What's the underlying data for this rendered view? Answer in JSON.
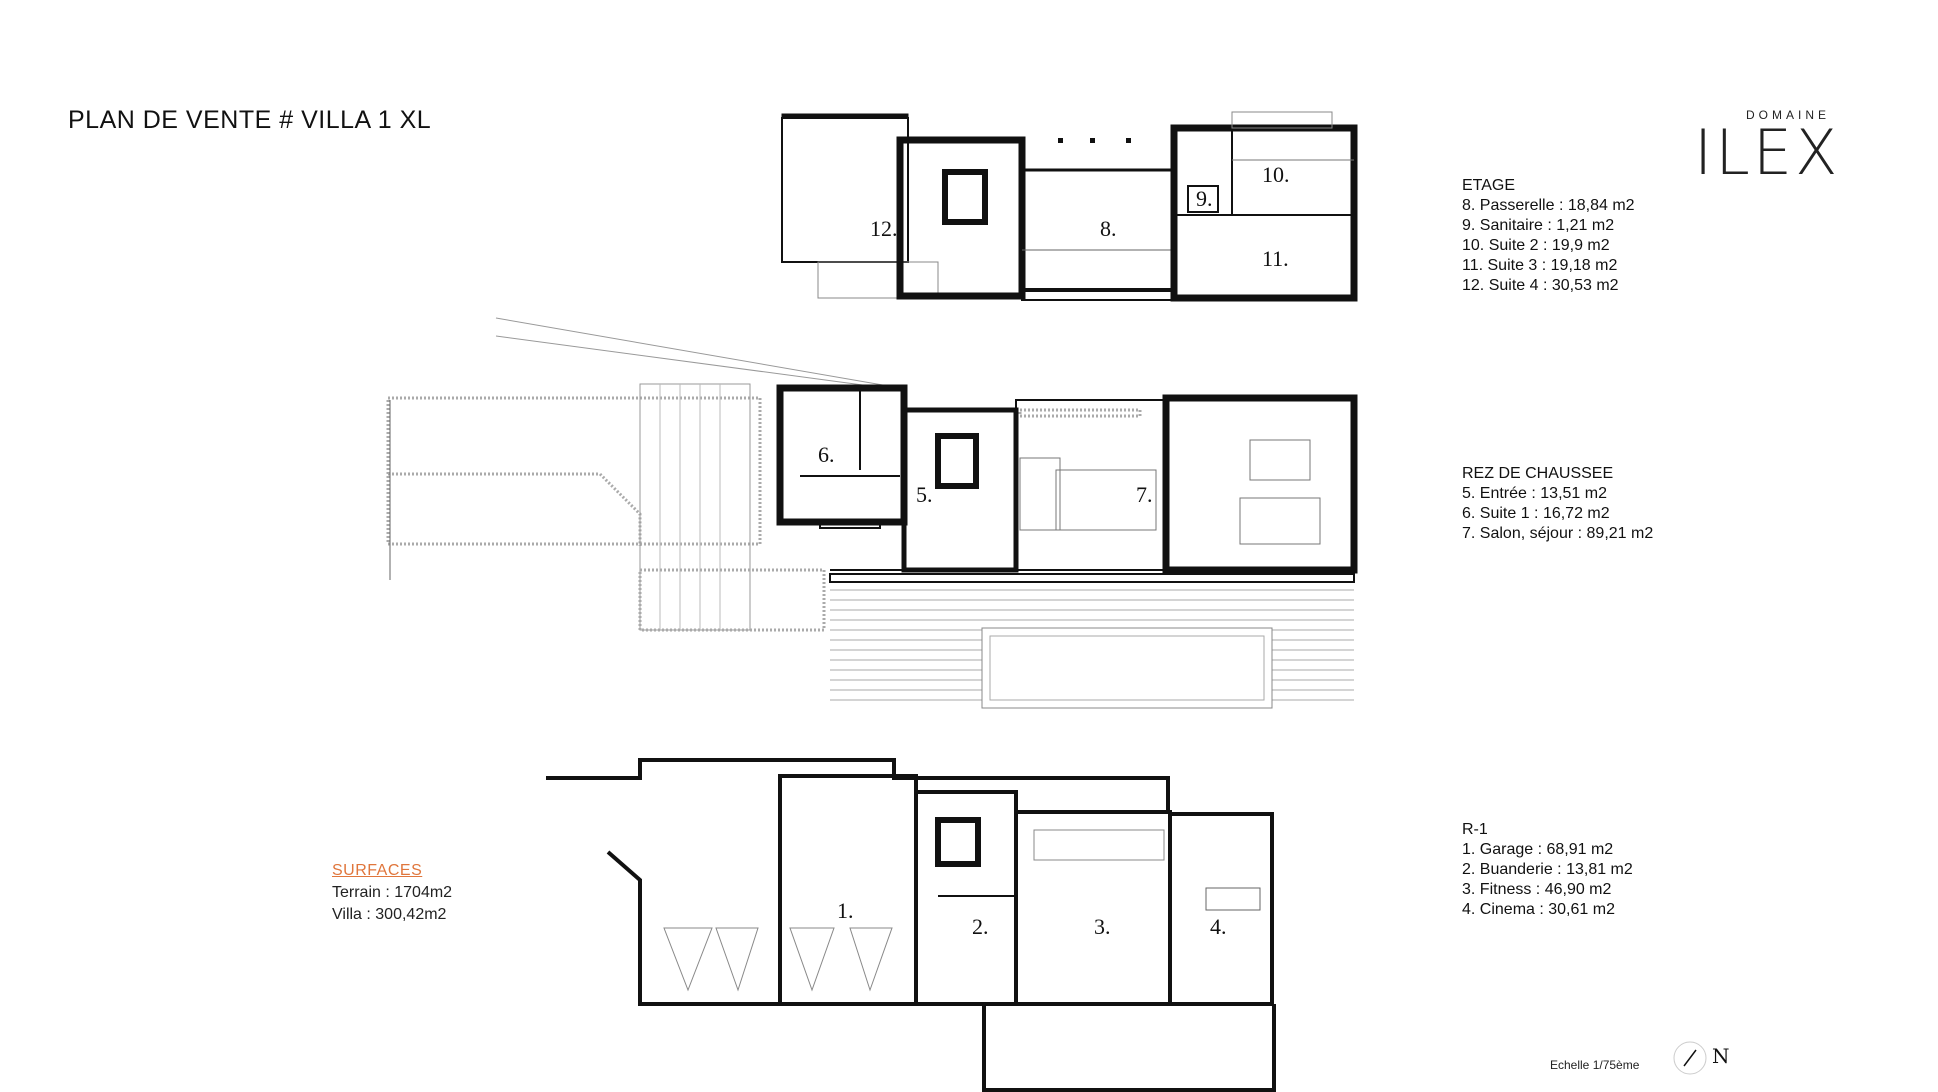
{
  "page": {
    "title": "PLAN DE VENTE # VILLA 1 XL"
  },
  "brand": {
    "top": "DOMAINE",
    "main": "ILEX"
  },
  "legend": {
    "etage": {
      "heading": "ETAGE",
      "items": [
        "8. Passerelle : 18,84 m2",
        "9. Sanitaire : 1,21 m2",
        "10. Suite 2 : 19,9 m2",
        "11. Suite 3 : 19,18 m2",
        "12. Suite 4 : 30,53 m2"
      ]
    },
    "rdc": {
      "heading": "REZ DE CHAUSSEE",
      "items": [
        "5. Entrée : 13,51 m2",
        "6. Suite 1 : 16,72 m2",
        "7. Salon, séjour : 89,21 m2"
      ]
    },
    "r1": {
      "heading": "R-1",
      "items": [
        "1. Garage : 68,91 m2",
        "2. Buanderie : 13,81 m2",
        "3. Fitness : 46,90 m2",
        "4. Cinema : 30,61 m2"
      ]
    }
  },
  "surfaces": {
    "title": "SURFACES",
    "terrain": "Terrain : 1704m2",
    "villa": "Villa : 300,42m2"
  },
  "scale": "Echelle 1/75ème",
  "north": "N",
  "rooms": {
    "r1": "1.",
    "r2": "2.",
    "r3": "3.",
    "r4": "4.",
    "r5": "5.",
    "r6": "6.",
    "r7": "7.",
    "r8": "8.",
    "r9": "9.",
    "r10": "10.",
    "r11": "11.",
    "r12": "12."
  }
}
